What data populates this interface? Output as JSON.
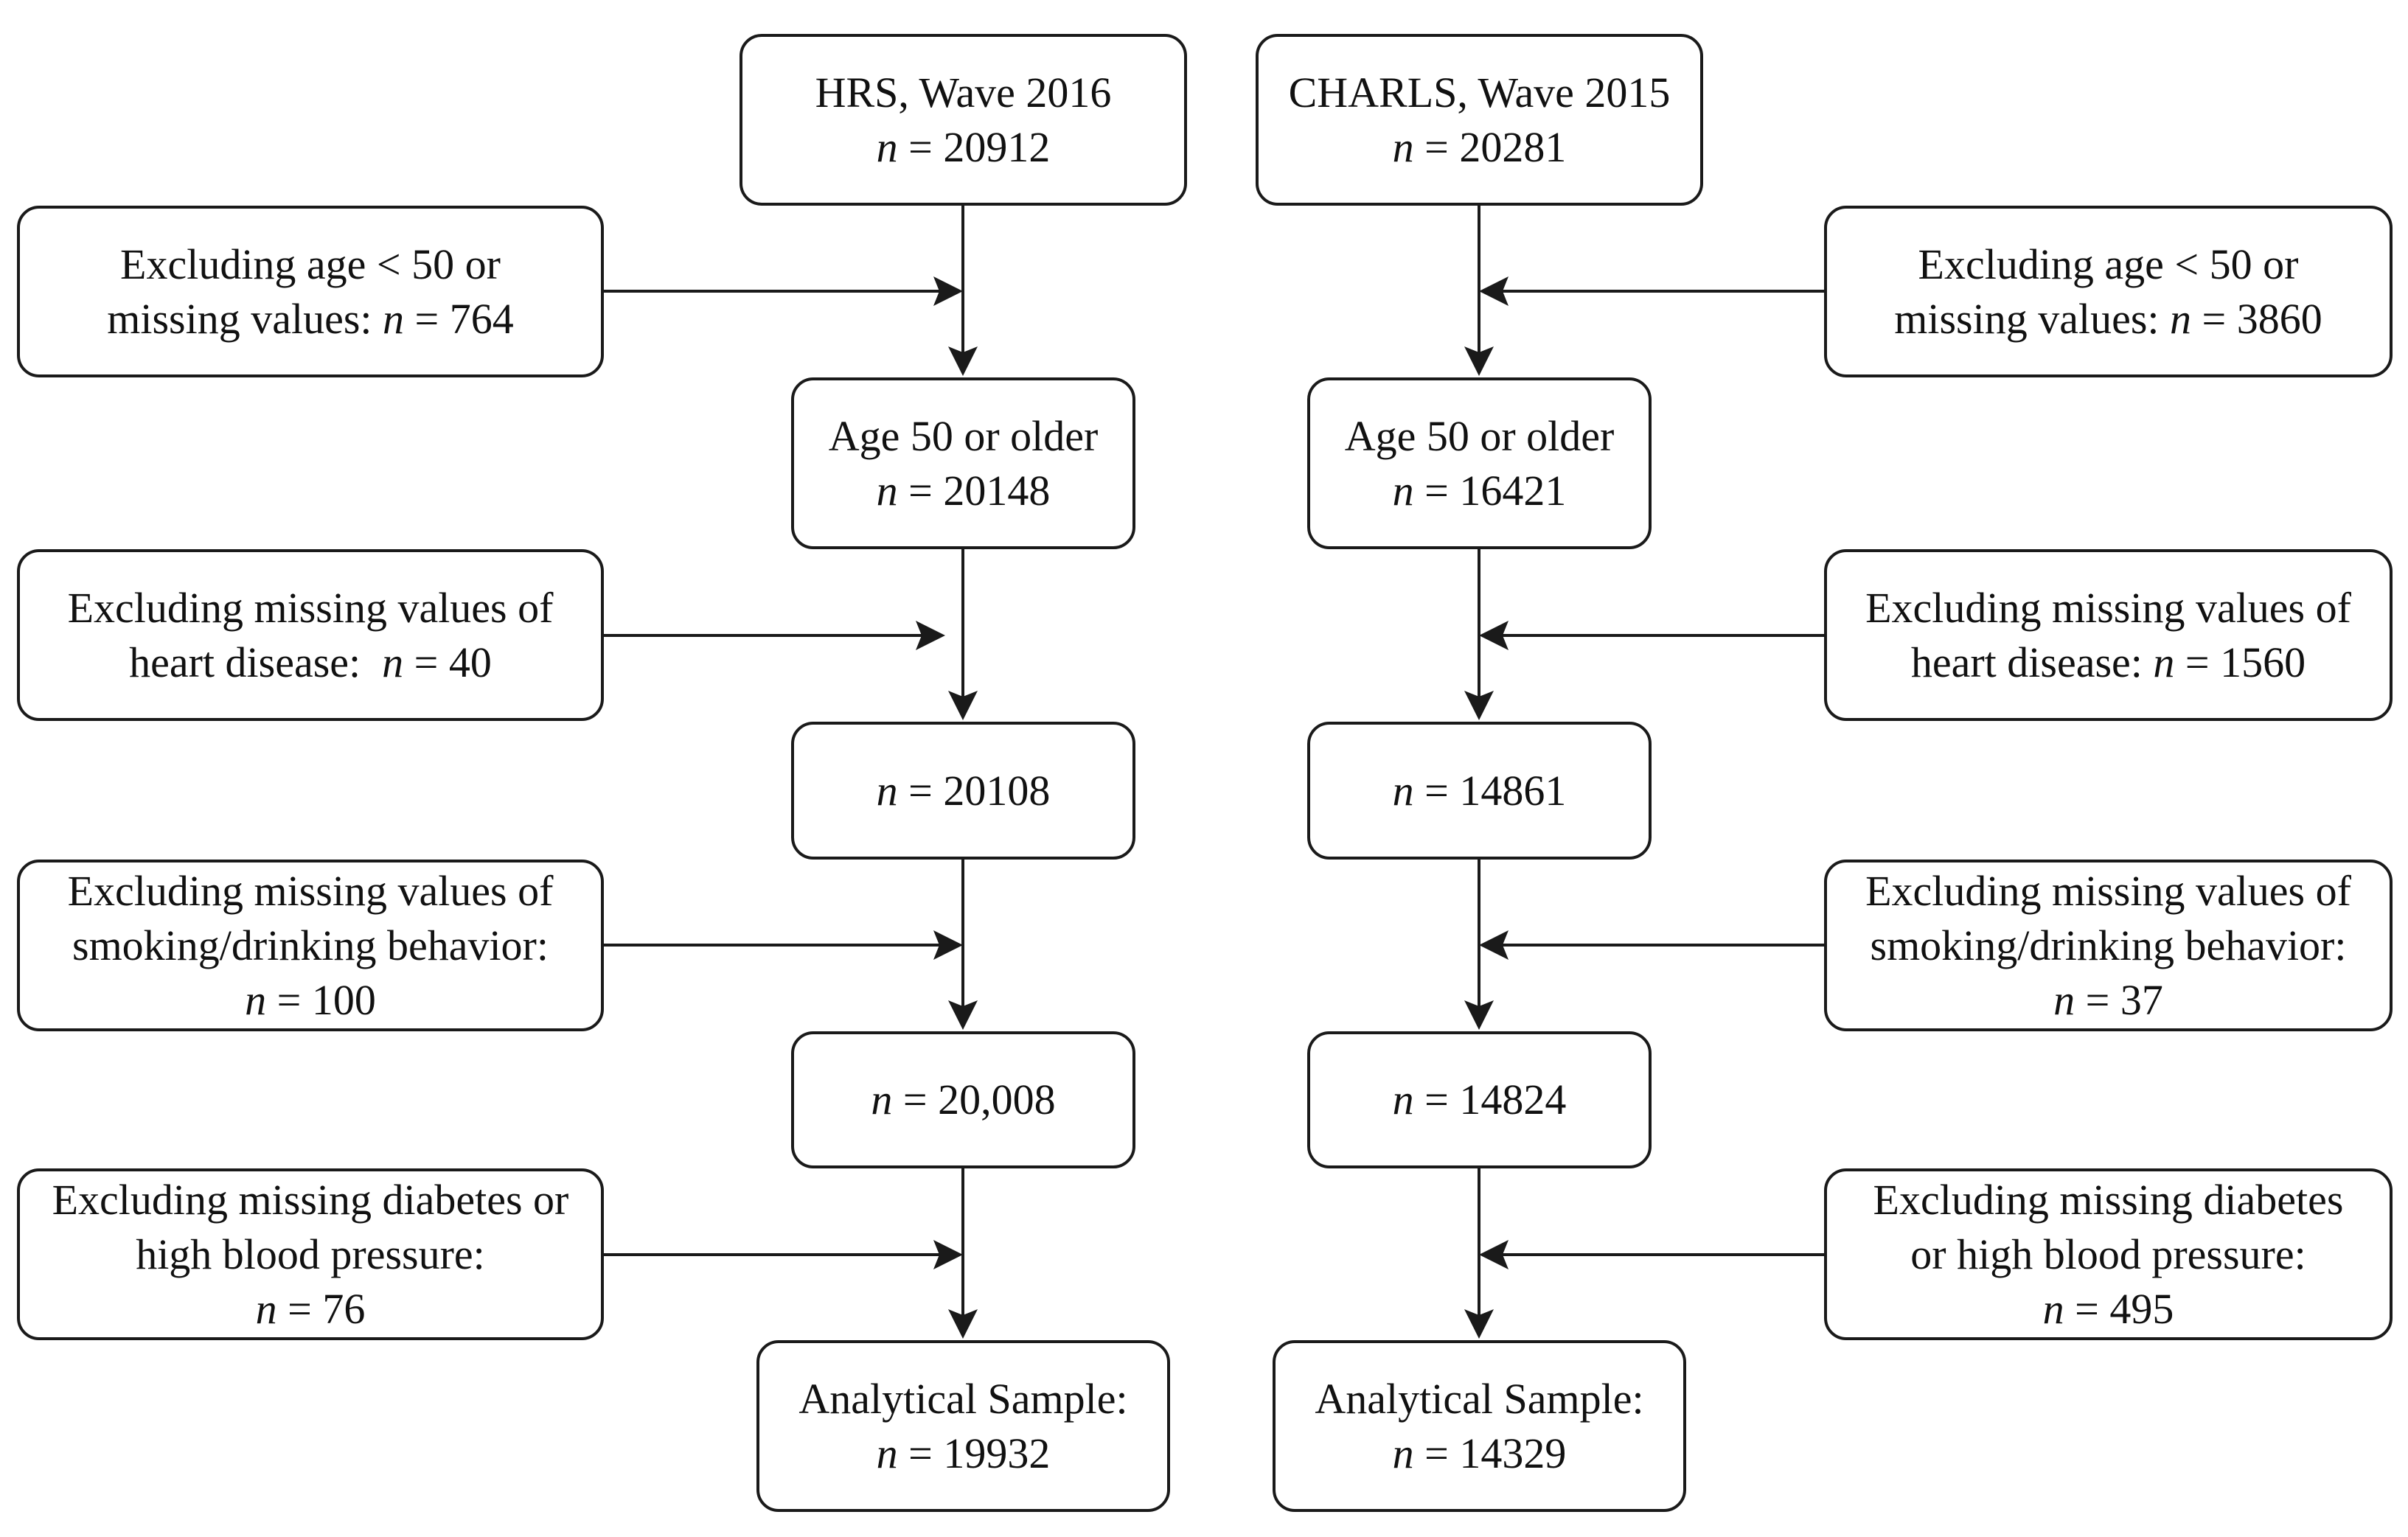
{
  "hrs": {
    "start": {
      "line1": "HRS, Wave 2016",
      "n": "20912"
    },
    "excl1": {
      "line1": "Excluding age < 50 or",
      "line2": "missing values:",
      "n": "764"
    },
    "age50": {
      "line1": "Age 50 or older",
      "n": "20148"
    },
    "excl2": {
      "line1": "Excluding missing values of",
      "line2": "heart disease:",
      "n": "40"
    },
    "step2": {
      "n": "20108"
    },
    "excl3": {
      "line1": "Excluding missing values of",
      "line2": "smoking/drinking behavior:",
      "n": "100"
    },
    "step3": {
      "n": "20,008"
    },
    "excl4": {
      "line1": "Excluding missing diabetes or",
      "line2": "high blood pressure:",
      "n": "76"
    },
    "final": {
      "line1": "Analytical Sample:",
      "n": "19932"
    }
  },
  "charls": {
    "start": {
      "line1": "CHARLS, Wave 2015",
      "n": "20281"
    },
    "excl1": {
      "line1": "Excluding age < 50 or",
      "line2": "missing values:",
      "n": "3860"
    },
    "age50": {
      "line1": "Age 50 or older",
      "n": "16421"
    },
    "excl2": {
      "line1": "Excluding missing values of",
      "line2": "heart disease:",
      "n": "1560"
    },
    "step2": {
      "n": "14861"
    },
    "excl3": {
      "line1": "Excluding missing values of",
      "line2": "smoking/drinking behavior:",
      "n": "37"
    },
    "step3": {
      "n": "14824"
    },
    "excl4": {
      "line1": "Excluding missing diabetes",
      "line2": "or high blood pressure:",
      "n": "495"
    },
    "final": {
      "line1": "Analytical Sample:",
      "n": "14329"
    }
  },
  "n_symbol": "n",
  "equals": "="
}
